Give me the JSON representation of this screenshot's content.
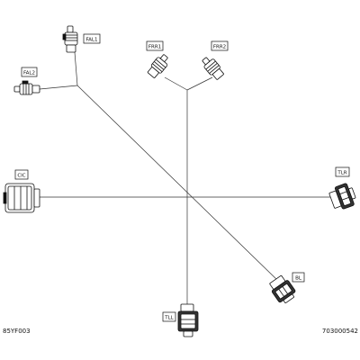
{
  "diagram": {
    "connectors": {
      "fal1": "FAL1",
      "fal2": "FAL2",
      "frr1": "FRR1",
      "frr2": "FRR2",
      "cic": "CIC",
      "tlr": "TLR",
      "bl": "BL",
      "tll": "TLL"
    },
    "footer": {
      "left_code": "85YF003",
      "right_code": "703000542"
    }
  }
}
